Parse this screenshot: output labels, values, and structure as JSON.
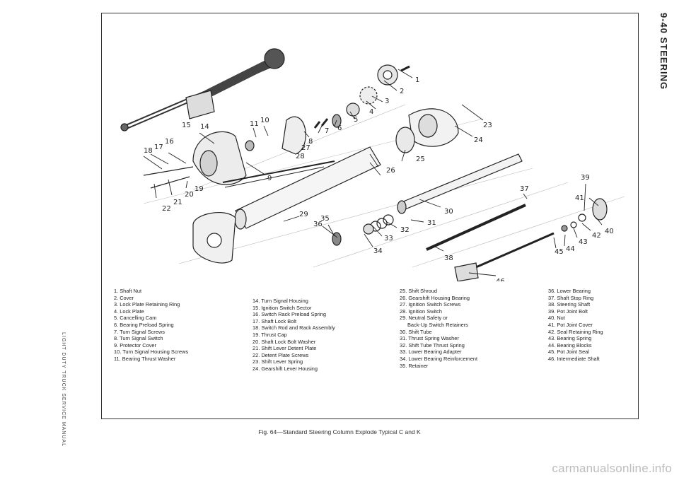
{
  "header": {
    "section": "9-40 STEERING"
  },
  "footer": {
    "manual": "LIGHT DUTY TRUCK SERVICE MANUAL"
  },
  "figure": {
    "callouts": [
      "1",
      "2",
      "3",
      "4",
      "5",
      "6",
      "7",
      "8",
      "9",
      "10",
      "11",
      "14",
      "15",
      "16",
      "17",
      "18",
      "19",
      "20",
      "21",
      "22",
      "23",
      "24",
      "25",
      "26",
      "27",
      "28",
      "29",
      "30",
      "31",
      "32",
      "33",
      "34",
      "35",
      "36",
      "37",
      "38",
      "39",
      "40",
      "41",
      "42",
      "43",
      "44",
      "45",
      "46"
    ],
    "caption": "Fig. 64—Standard Steering Column Explode Typical C and K"
  },
  "legend": {
    "columns": [
      [
        "1. Shaft Nut",
        "2. Cover",
        "3. Lock Plate Retaining Ring",
        "4. Lock Plate",
        "5. Cancelling Cam",
        "6. Bearing Preload Spring",
        "7. Turn Signal Screws",
        "8. Turn Signal Switch",
        "9. Protector Cover",
        "10. Turn Signal Housing Screws",
        "11. Bearing Thrust Washer"
      ],
      [
        "14. Turn Signal Housing",
        "15. Ignition Switch Sector",
        "16. Switch Rack Preload Spring",
        "17. Shaft Lock Bolt",
        "18. Switch Rod and Rack Assembly",
        "19. Thrust Cap",
        "20. Shaft Lock Bolt Washer",
        "21. Shift Lever Detent Plate",
        "22. Detent Plate Screws",
        "23. Shift Lever Spring",
        "24. Gearshift Lever Housing"
      ],
      [
        "25. Shift Shroud",
        "26. Gearshift Housing Bearing",
        "27. Ignition Switch Screws",
        "28. Ignition Switch",
        "29. Neutral Safety or",
        "Back-Up Switch Retainers",
        "30. Shift Tube",
        "31. Thrust Spring Washer",
        "32. Shift Tube Thrust Spring",
        "33. Lower Bearing Adapter",
        "34. Lower Bearing Reinforcement",
        "35. Retainer"
      ],
      [
        "36. Lower Bearing",
        "37. Shaft Stop Ring",
        "38. Steering Shaft",
        "39. Pot Joint Bolt",
        "40. Nut",
        "41. Pot Joint Cover",
        "42. Seal Retaining Ring",
        "43. Bearing Spring",
        "44. Bearing Blocks",
        "45. Pot Joint Seal",
        "46. Intermediate Shaft"
      ]
    ]
  },
  "watermark": "carmanualsonline.info"
}
